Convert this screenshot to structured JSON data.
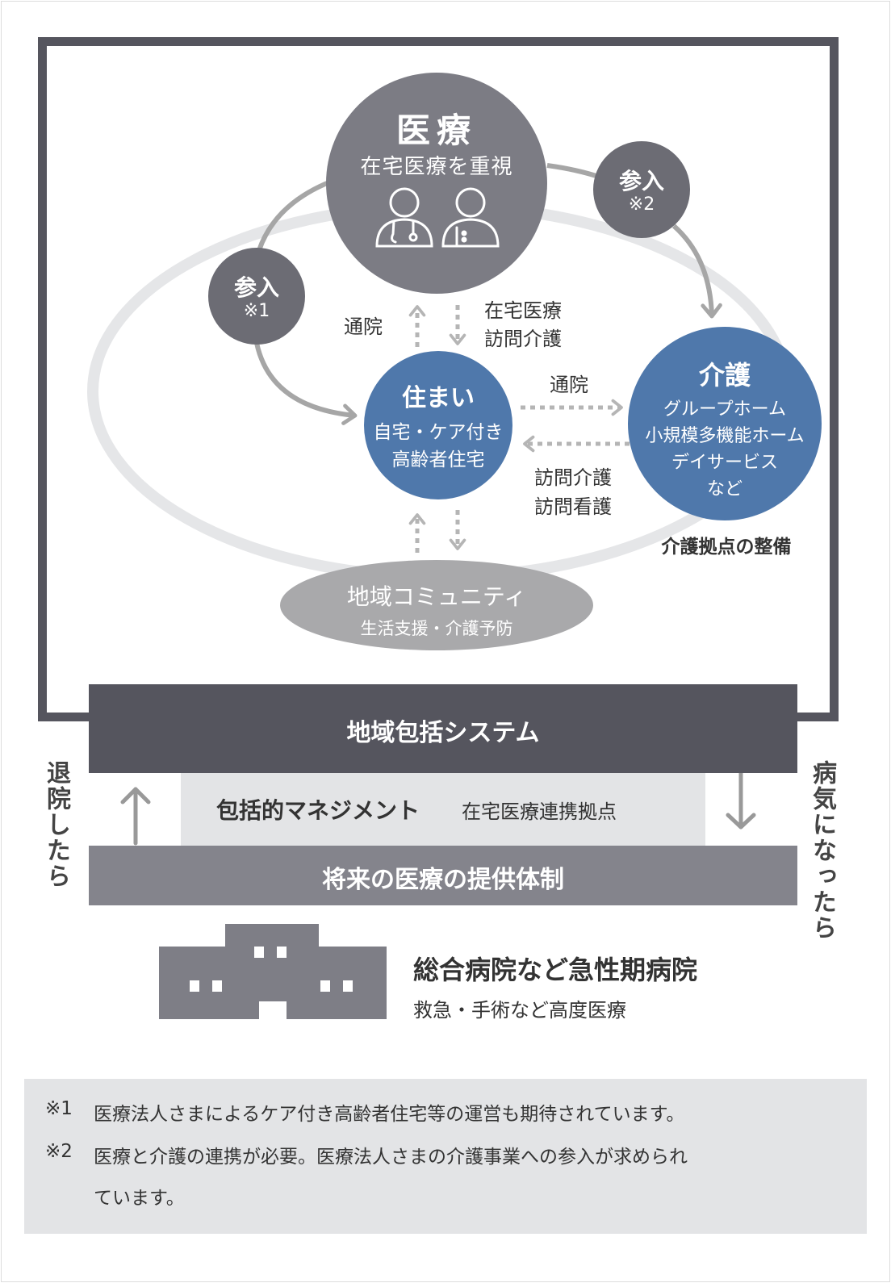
{
  "medical": {
    "title": "医療",
    "subtitle": "在宅医療を重視"
  },
  "join1": {
    "label": "参入",
    "note": "※1"
  },
  "join2": {
    "label": "参入",
    "note": "※2"
  },
  "housing": {
    "title": "住まい",
    "line1": "自宅・ケア付き",
    "line2": "高齢者住宅"
  },
  "care": {
    "title": "介護",
    "line1": "グループホーム",
    "line2": "小規模多機能ホーム",
    "line3": "デイサービス",
    "line4": "など",
    "base_label": "介護拠点の整備"
  },
  "flows": {
    "tsuuin_left": "通院",
    "home_medical_1": "在宅医療",
    "home_medical_2": "訪問介護",
    "tsuuin_right": "通院",
    "visit_1": "訪問介護",
    "visit_2": "訪問看護"
  },
  "community": {
    "title": "地域コミュニティ",
    "subtitle": "生活支援・介護予防"
  },
  "system": {
    "title": "地域包括システム",
    "management_bold": "包括的マネジメント",
    "management_sub": "在宅医療連携拠点",
    "future": "将来の医療の提供体制"
  },
  "side_labels": {
    "left": "退院したら",
    "right": "病気になったら"
  },
  "hospital": {
    "title": "総合病院など急性期病院",
    "subtitle": "救急・手術など高度医療"
  },
  "notes": [
    {
      "mark": "※1",
      "text": "医療法人さまによるケア付き高齢者住宅等の運営も期待されています。",
      "cont": ""
    },
    {
      "mark": "※2",
      "text": "医療と介護の連携が必要。医療法人さまの介護事業への参入が求められ",
      "cont": "ています。"
    }
  ],
  "colors": {
    "frame": "#55555e",
    "medical_circle": "#7c7c84",
    "blue_circle": "#4f78ab",
    "ellipse_ring": "#e5e6e8",
    "arrow": "#a6a6a6",
    "community": "#a9a9ab",
    "hospital": "#7e7e86"
  }
}
